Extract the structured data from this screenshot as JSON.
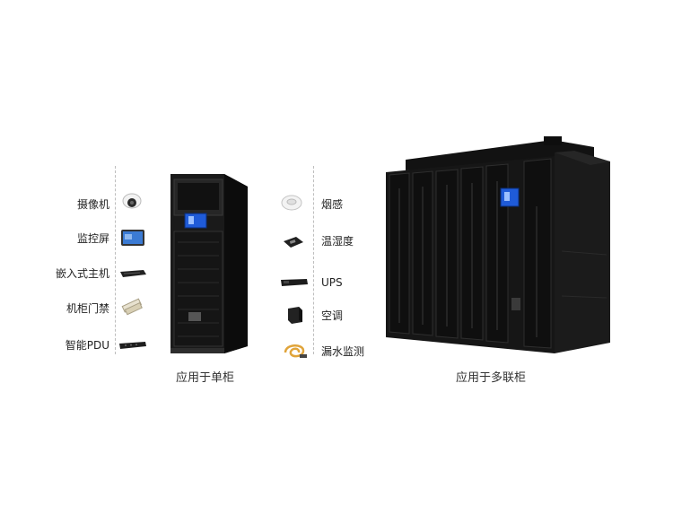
{
  "left_peripherals": [
    {
      "label": "摄像机",
      "icon": "camera-icon"
    },
    {
      "label": "监控屏",
      "icon": "monitor-screen-icon"
    },
    {
      "label": "嵌入式主机",
      "icon": "embedded-host-icon"
    },
    {
      "label": "机柜门禁",
      "icon": "door-access-icon"
    },
    {
      "label": "智能PDU",
      "icon": "pdu-icon"
    }
  ],
  "right_peripherals": [
    {
      "label": "烟感",
      "icon": "smoke-detector-icon"
    },
    {
      "label": "温湿度",
      "icon": "temp-humidity-sensor-icon"
    },
    {
      "label": "UPS",
      "icon": "ups-icon"
    },
    {
      "label": "空调",
      "icon": "air-conditioner-icon"
    },
    {
      "label": "漏水监测",
      "icon": "water-leak-sensor-icon"
    }
  ],
  "single_cabinet": {
    "caption": "应用于单柜"
  },
  "multi_cabinet": {
    "caption": "应用于多联柜"
  },
  "colors": {
    "cabinet": "#1a1a1a",
    "cabinet_dark": "#0c0c0c",
    "panel_blue": "#1f5bd8",
    "divider": "#bdbdbd"
  }
}
